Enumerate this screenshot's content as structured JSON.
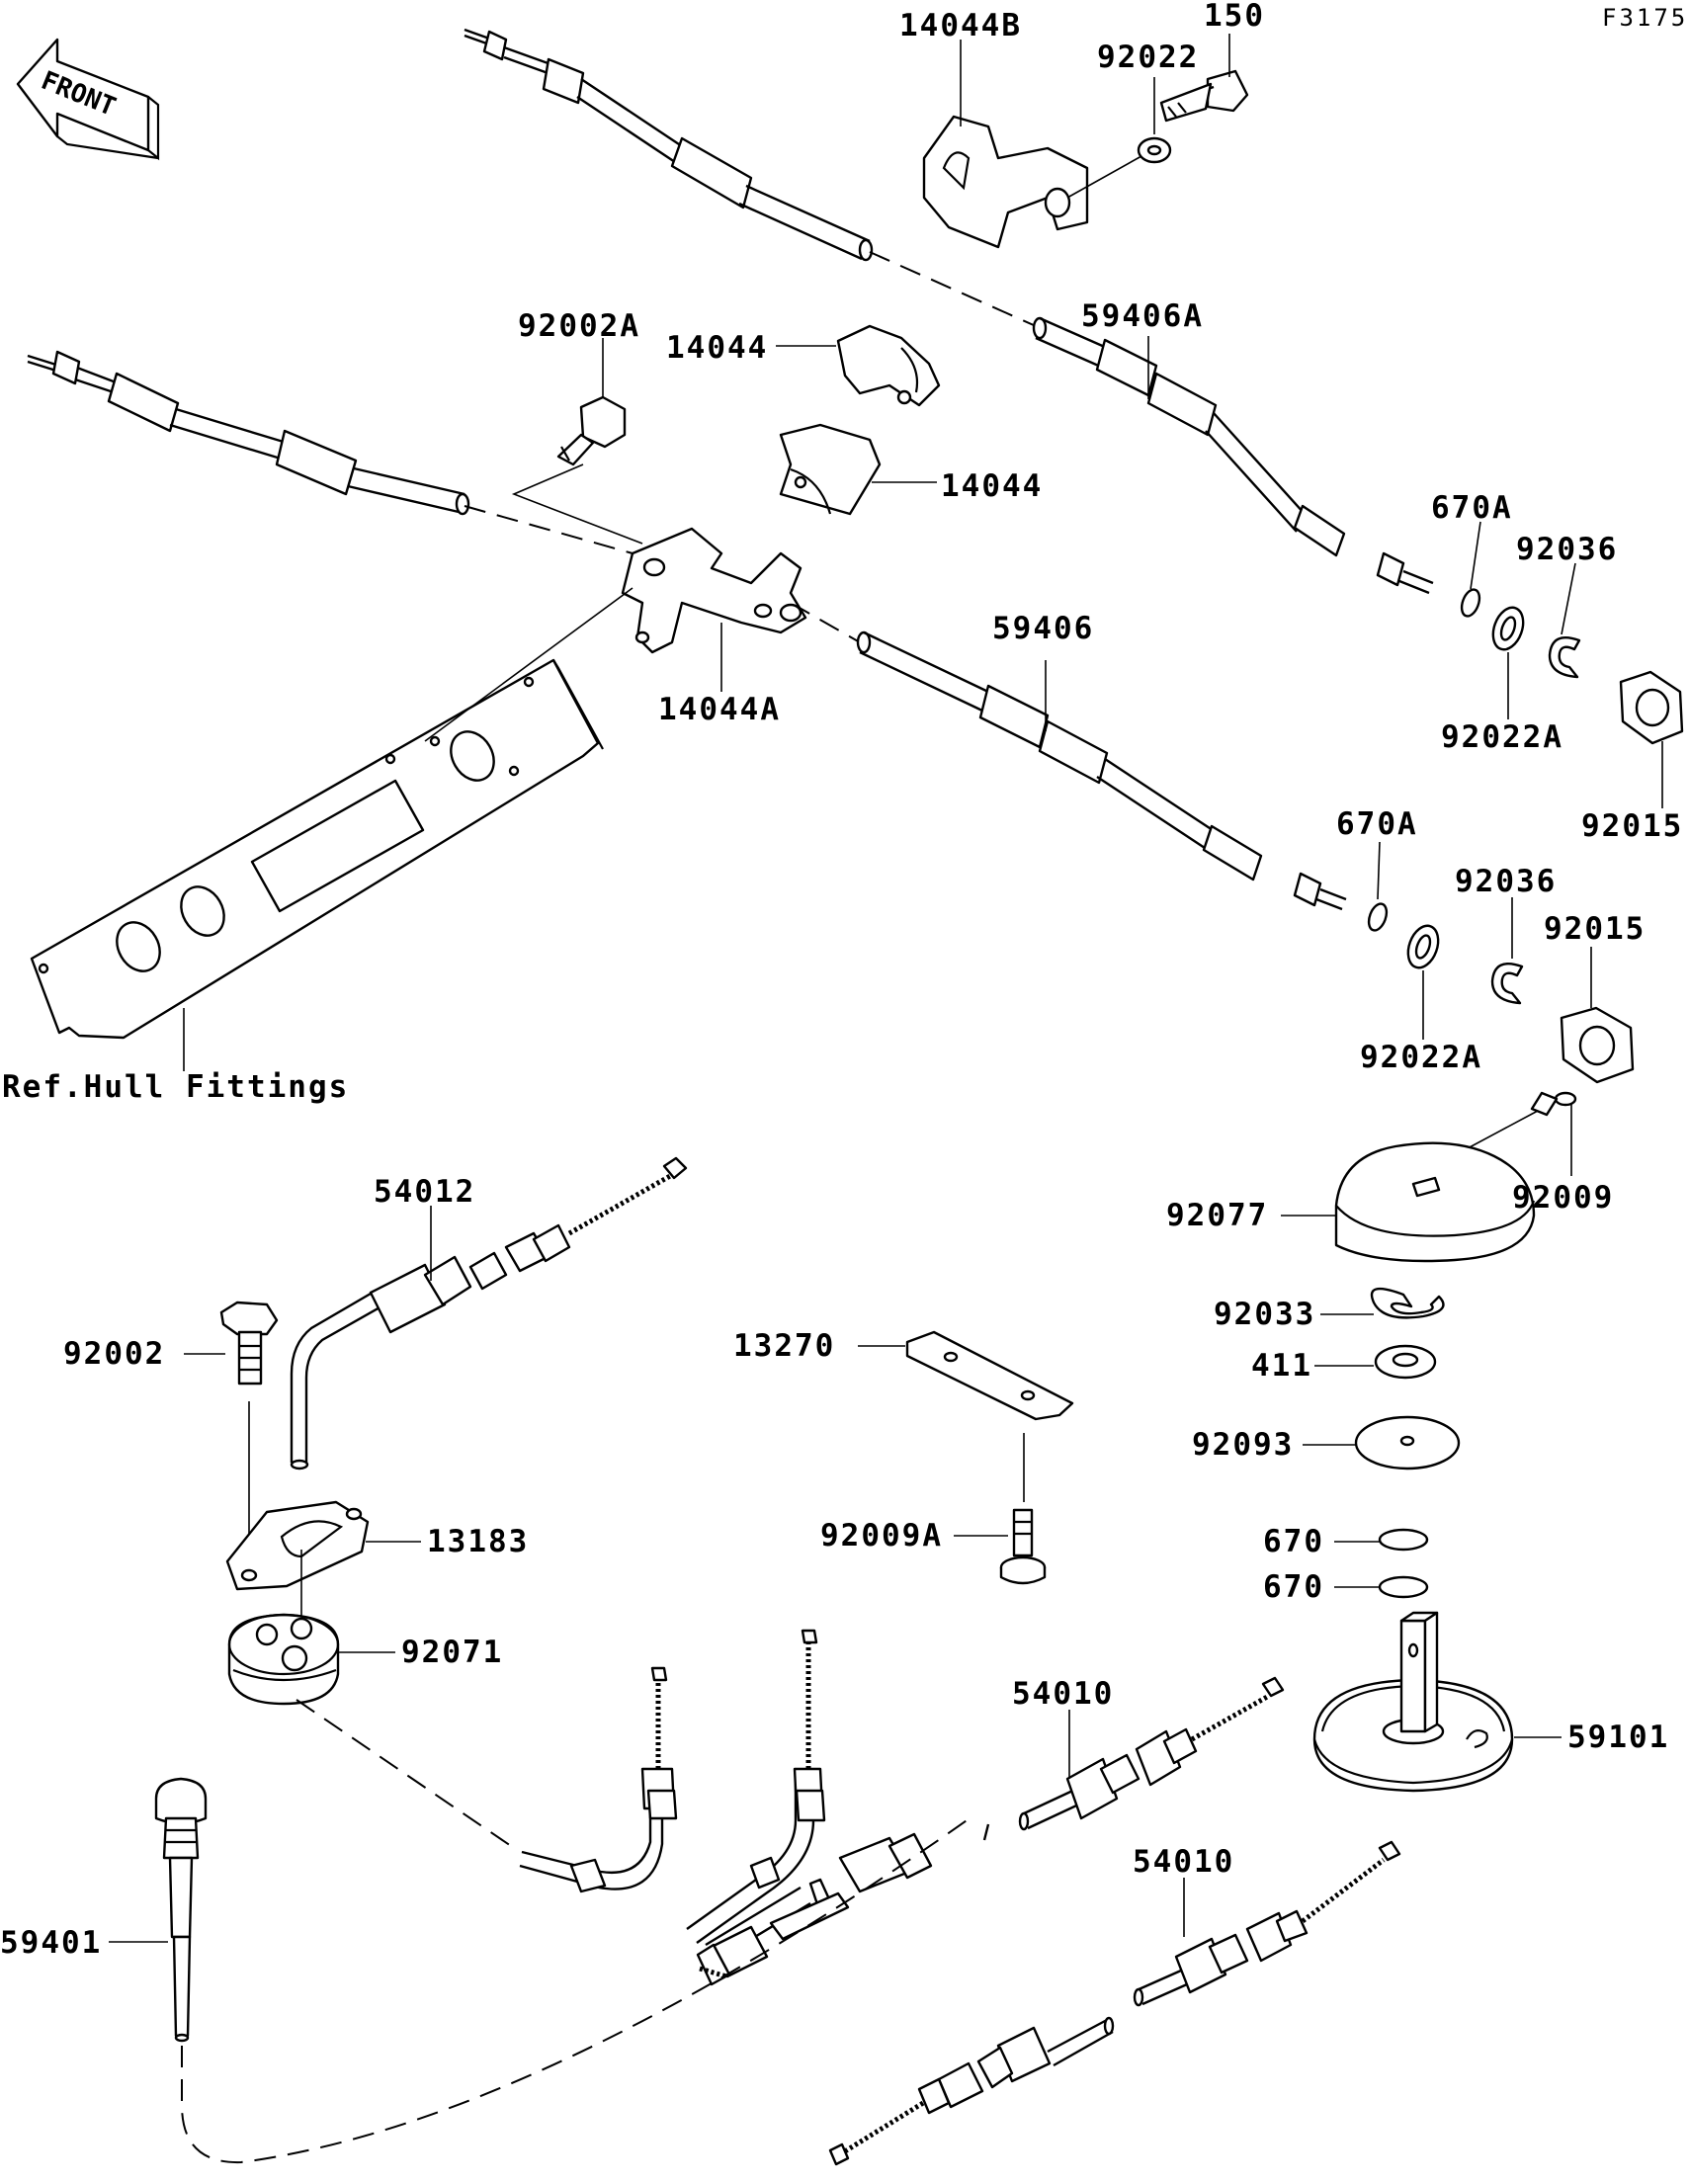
{
  "figure_code": "F3175",
  "direction_label": "FRONT",
  "callouts": [
    {
      "id": "14044B",
      "name": "callout-14044b"
    },
    {
      "id": "92022",
      "name": "callout-92022"
    },
    {
      "id": "150",
      "name": "callout-150"
    },
    {
      "id": "92002A",
      "name": "callout-92002a"
    },
    {
      "id": "14044",
      "name": "callout-14044-upper"
    },
    {
      "id": "14044",
      "name": "callout-14044-lower"
    },
    {
      "id": "59406A",
      "name": "callout-59406a"
    },
    {
      "id": "670A",
      "name": "callout-670a-upper"
    },
    {
      "id": "92036",
      "name": "callout-92036-upper"
    },
    {
      "id": "14044A",
      "name": "callout-14044a"
    },
    {
      "id": "59406",
      "name": "callout-59406"
    },
    {
      "id": "92022A",
      "name": "callout-92022a-upper"
    },
    {
      "id": "92015",
      "name": "callout-92015-upper"
    },
    {
      "id": "670A",
      "name": "callout-670a-lower"
    },
    {
      "id": "92036",
      "name": "callout-92036-lower"
    },
    {
      "id": "92015",
      "name": "callout-92015-lower"
    },
    {
      "id": "92022A",
      "name": "callout-92022a-lower"
    },
    {
      "id": "Ref.Hull Fittings",
      "name": "callout-ref-hull-fittings"
    },
    {
      "id": "54012",
      "name": "callout-54012"
    },
    {
      "id": "92009",
      "name": "callout-92009"
    },
    {
      "id": "92077",
      "name": "callout-92077"
    },
    {
      "id": "92002",
      "name": "callout-92002"
    },
    {
      "id": "13270",
      "name": "callout-13270"
    },
    {
      "id": "92033",
      "name": "callout-92033"
    },
    {
      "id": "411",
      "name": "callout-411"
    },
    {
      "id": "92093",
      "name": "callout-92093"
    },
    {
      "id": "13183",
      "name": "callout-13183"
    },
    {
      "id": "92009A",
      "name": "callout-92009a"
    },
    {
      "id": "670",
      "name": "callout-670-upper"
    },
    {
      "id": "670",
      "name": "callout-670-lower"
    },
    {
      "id": "92071",
      "name": "callout-92071"
    },
    {
      "id": "54010",
      "name": "callout-54010-upper"
    },
    {
      "id": "59101",
      "name": "callout-59101"
    },
    {
      "id": "54010",
      "name": "callout-54010-lower"
    },
    {
      "id": "59401",
      "name": "callout-59401"
    }
  ]
}
